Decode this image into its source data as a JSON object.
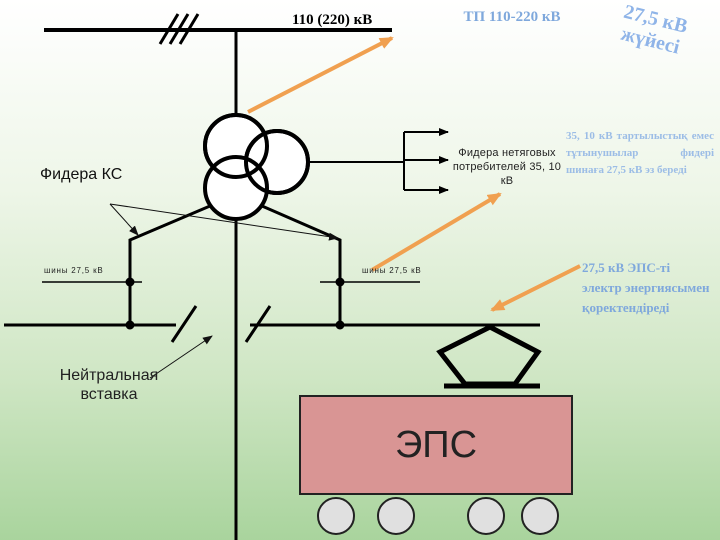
{
  "labels": {
    "voltage_top": "110 (220) кВ",
    "tp": "ТП 110-220 кВ",
    "system": "27,5 кВ жүйесі",
    "feeders_nontraction": "Фидера нетяговых потребителей 35, 10 кВ",
    "desc_35_10": "35, 10 кВ тартылыстық емес тұтынушылар фидері шинаға 27,5 кВ эз береді",
    "feeders_ks": "Фидера КС",
    "bus_left": "шины 27,5 кВ",
    "bus_right": "шины 27,5 кВ",
    "desc_eps": "27,5 кВ ЭПС-ті электр энергиясымен қоректендіреді",
    "neutral_insert": "Нейтральная вставка",
    "eps": "ЭПС"
  },
  "colors": {
    "arrow": "#f0a050",
    "label_blue": "#7fa8dc",
    "eps_body": "#d99594",
    "wheel": "#e0e0e0"
  }
}
